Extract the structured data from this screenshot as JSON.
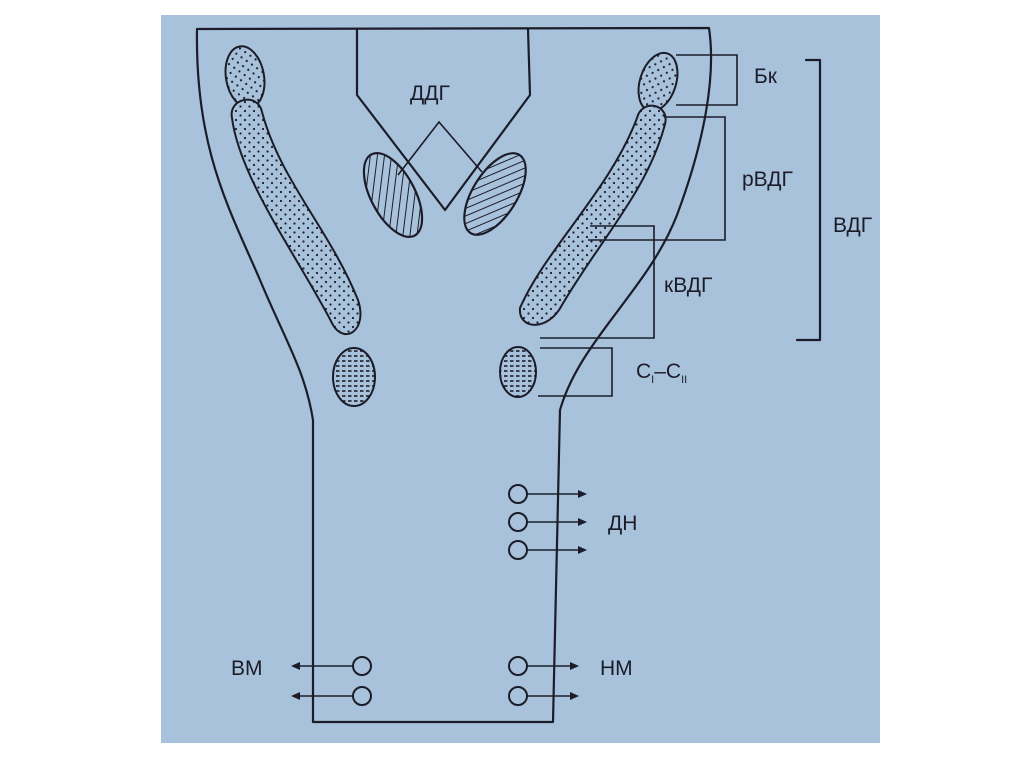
{
  "labels": {
    "ddg": "ДДГ",
    "bk": "Бк",
    "rvdg": "рВДГ",
    "vdg": "ВДГ",
    "kvdg": "кВДГ",
    "c1c8_main": "C",
    "c1c8_sub1": "I",
    "c1c8_dash": "–C",
    "c1c8_sub2": "II",
    "dn": "ДН",
    "vm": "ВМ",
    "nm": "НМ"
  },
  "colors": {
    "background": "#a8c2dc",
    "ink": "#1c1c28",
    "page": "#ffffff"
  }
}
